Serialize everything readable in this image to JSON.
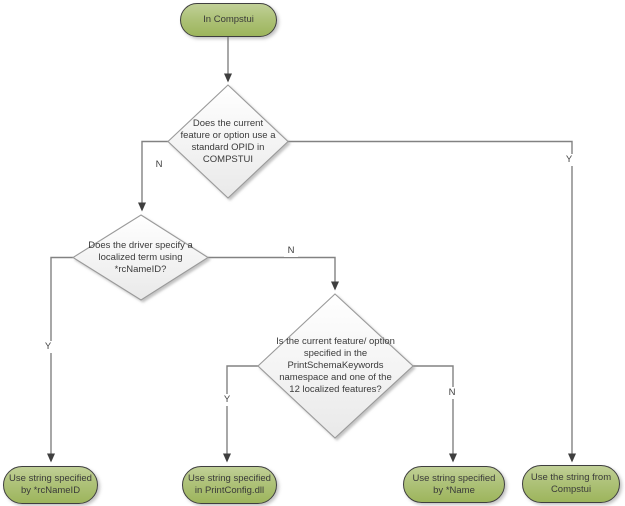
{
  "diagram": {
    "type": "flowchart",
    "topic": "Choosing the display string in Compstui",
    "colors": {
      "terminator_fill_top": "#c1d097",
      "terminator_fill_bottom": "#9db55c",
      "terminator_border": "#3f3f3f",
      "decision_fill_top": "#ffffff",
      "decision_fill_bottom": "#e9e9e9",
      "decision_border": "#9a9a9a",
      "connector": "#828282",
      "arrowhead": "#3f3f3f",
      "text": "#3a3a3a"
    },
    "nodes": {
      "start": {
        "type": "terminator",
        "label": "In Compstui"
      },
      "decision_opid": {
        "type": "decision",
        "label": "Does the current feature or option use a standard OPID in COMPSTUI"
      },
      "decision_rcnameid": {
        "type": "decision",
        "label": "Does the driver specify a localized term using *rcNameID?"
      },
      "decision_schema": {
        "type": "decision",
        "label": "Is the current feature/ option specified in the PrintSchemaKeywords namespace and one of the 12 localized features?"
      },
      "result_rcnameid": {
        "type": "terminator",
        "label": "Use string specified by *rcNameID"
      },
      "result_printconfig": {
        "type": "terminator",
        "label": "Use string specified in PrintConfig.dll"
      },
      "result_name": {
        "type": "terminator",
        "label": "Use string specified by *Name"
      },
      "result_compstui": {
        "type": "terminator",
        "label": "Use the string from Compstui"
      }
    },
    "edge_labels": {
      "opid_no": "N",
      "opid_yes": "Y",
      "rcnameid_yes": "Y",
      "rcnameid_no": "N",
      "schema_yes": "Y",
      "schema_no": "N"
    }
  }
}
